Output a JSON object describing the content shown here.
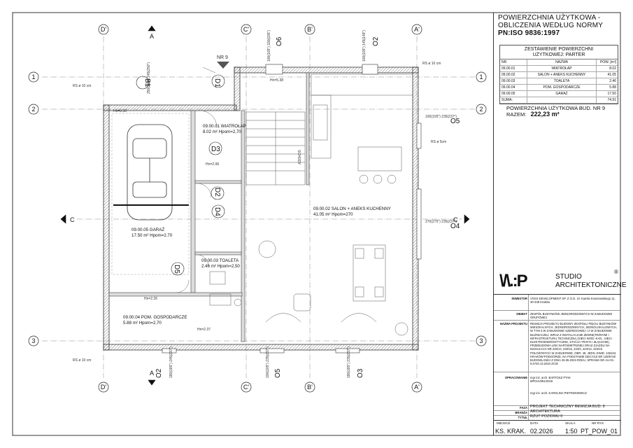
{
  "header": {
    "line1": "POWIERZCHNIA UŻYTKOWA  -",
    "line2": "OBLICZENIA WEDŁUG NORMY",
    "line3": "PN:ISO 9836:1997"
  },
  "summary": {
    "title_line1": "ZESTAWIENIE POWIERZCHNI",
    "title_line2": "UŻYTKOWEJ: PARTER",
    "col_nr": "NR",
    "col_name": "NAZWA",
    "col_area": "POW. [m²]",
    "rows": [
      {
        "nr": "09.00.01",
        "name": "WIATROŁAP",
        "area": "8.02"
      },
      {
        "nr": "09.00.02",
        "name": "SALON + ANEKS KUCHENNY",
        "area": "41.05"
      },
      {
        "nr": "09.00.03",
        "name": "TOALETA",
        "area": "2.46"
      },
      {
        "nr": "09.00.04",
        "name": "POM. GOSPODARCZE",
        "area": "5.88"
      },
      {
        "nr": "09.00.05",
        "name": "GARAŻ",
        "area": "17.50"
      },
      {
        "nr": "SUMA:",
        "name": "",
        "area": "74.91"
      }
    ]
  },
  "total": {
    "line1": "POWIERZCHNIA UŻYTKOWA BUD. NR 9",
    "label": "RAZEM:",
    "value": "222,23 m²"
  },
  "studio": {
    "mark": "\\/\\.:P",
    "name_line1": "STUDIO",
    "name_line2": "ARCHITEKTONICZNE",
    "registered": "®"
  },
  "info": {
    "investor_label": "INWESTOR",
    "investor": "VOSS DEVELOPMENT SP. Z O.O. Ul. Kamila Kraszewskiego 11, 30-438 Kraków",
    "object_label": "OBIEKT",
    "object": "ZESPÓŁ BUDYNKÓW JEDNORODZINNYCH W ZABUDOWIE GRUPOWEJ",
    "project_label": "NAZWA PROJEKTU",
    "project": "REWIZJA PROJEKTU BUDOWY ZESPOŁU PIĘCIU BUDYNKÓW MIESZKALNYCH, JEDNORODZINNYCH, JEDNOLOKALOWYCH, W TYM 3 W ZABUDOWIE SZEREGOWEJ I 2 W ZABUDOWIE BLIŹNIACZEJ, WRAZ Z INSTALACJAMI ZEWNĘTRZNYMI I INFRASTRUKTURĄ TECHNICZNĄ (SIECI WOD.-KAN., SIECI ELEKTROENERGETYCZNE, STACJA TRAFO I ZŁĄCZAMI), PRZEBUDOWA LINII NAPOWIETRZNEJ ORAZ ZJAZDU NA DZIAŁKACH NR 225/14, 226/15, 223/3, 223/13, 223/15 POŁOŻONYCH W ZABUDOWIE, OBR. 48, JEDN. EWID. 126104, KRAKÓW-PODGÓRZE, NA PODSTAWIE DECYZJI NR 128/6740 BUDOWLANEJ Z DNIA 26.08.2024 ROKU, SPRAWA NR AU-01-5.6740.13.2024 ZCW",
    "prepared_label": "OPRACOWANIE",
    "author1": "mgr inż. arch. BARTOSZ PTAK MPOIA/081/2018",
    "author2": "mgr inż. arch. KAROLINA PIETRZKIEWICZ",
    "phase_label": "FAZA",
    "phase": "PROJEKT TECHNICZNY REWIZJA BUD. 9",
    "branch_label": "BRANŻA",
    "branch": "ARCHITEKTURA",
    "title_label": "TYTUŁ",
    "title": "RZUT POZIOMU 0"
  },
  "bottom": {
    "place_label": "MIEJSCE",
    "place": "KS. KRAK.",
    "date_label": "DATA",
    "date": "02.2026",
    "scale_label": "SKALA",
    "scale": "1:50",
    "drawing_label": "NR RYS.",
    "drawing": "PT_POW_01"
  },
  "plan": {
    "axes_top": [
      "D'",
      "A",
      "C'",
      "O6",
      "B'",
      "O2",
      "A'"
    ],
    "axes_bottom": [
      "D'",
      "A",
      "O2",
      "C'",
      "O5",
      "B'",
      "O3",
      "A'"
    ],
    "axes_left": [
      "1",
      "2",
      "C",
      "3"
    ],
    "axes_right": [
      "1",
      "2",
      "O5",
      "C",
      "O4",
      "3"
    ],
    "labels": {
      "nr9": "NR 9",
      "rs_top": "RS ø 10 cm",
      "rs_left": "RS ø 10 cm",
      "rs_right": "RS ø 5cm",
      "rs_bottom": "RS ø 10 cm",
      "b1": "B1",
      "b1_dim": "250(265\") 245(250\")",
      "d1": "D1",
      "d2": "D2",
      "d3": "D3",
      "d4": "D4",
      "d5": "D5",
      "o5_dim": "100(105\") 235(237\")",
      "o4_dim": "270(275\") 235(237\")",
      "room1_line1": "09.00.01  WIATROŁAP",
      "room1_line2": "8.02 m²  Hpom=2,70",
      "room2_line1": "09.00.02  SALON + ANEKS KUCHENNY",
      "room2_line2": "41.05 m²  Hpom=270",
      "room3_line1": "09.00.03 TOALETA",
      "room3_line2": "2.46 m²  Hpom=2,50",
      "room4_line1": "09.00.04 POM. GOSPODARCZE",
      "room4_line2": "5.88 m²  Hpom=2,70",
      "room5_line1": "09.00.05 GARAŻ",
      "room5_line2": "17.50 m²  Hpom=2.70",
      "hn_top": "Hn=5.38",
      "hn_garage": "Hn=2.50",
      "hn_rozdz": "Hn=2.08",
      "hn_toilet": "Hn=2.26",
      "hn_bottom": "Hn=2.37",
      "stairs": "SCHODY",
      "d_o2": "100(105\") 145(149\")",
      "d_o6": "100(105\") 330(335\")",
      "d_bot1": "180(185\") 245(237\")",
      "d_bot2": "100(105\") 235(237\")",
      "d_bot3": "180(185\") 235(237\")"
    }
  },
  "colors": {
    "ink": "#222222",
    "wall": "#555555",
    "hatch": "#777777",
    "light": "#999999"
  }
}
